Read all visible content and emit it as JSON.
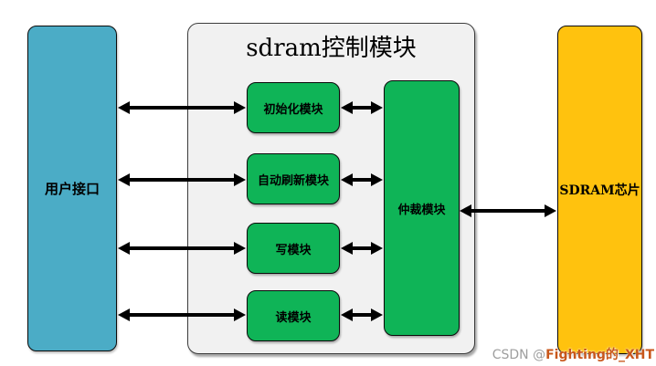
{
  "title": "sdram控制模块",
  "blocks": {
    "user": {
      "label": "用户接口"
    },
    "modules": [
      {
        "label": "初始化模块"
      },
      {
        "label": "自动刷新模块"
      },
      {
        "label": "写模块"
      },
      {
        "label": "读模块"
      }
    ],
    "arbiter": {
      "label": "仲裁模块"
    },
    "sdram": {
      "label": "SDRAM芯片"
    }
  },
  "colors": {
    "user_block": "#4BACC6",
    "module_block": "#0FB457",
    "sdram_block": "#FFC20E",
    "container_fill": "#F1F1F1",
    "arrow": "#000000"
  },
  "watermark": {
    "prefix": "CSDN @",
    "username": "Fighting的_XHT"
  }
}
